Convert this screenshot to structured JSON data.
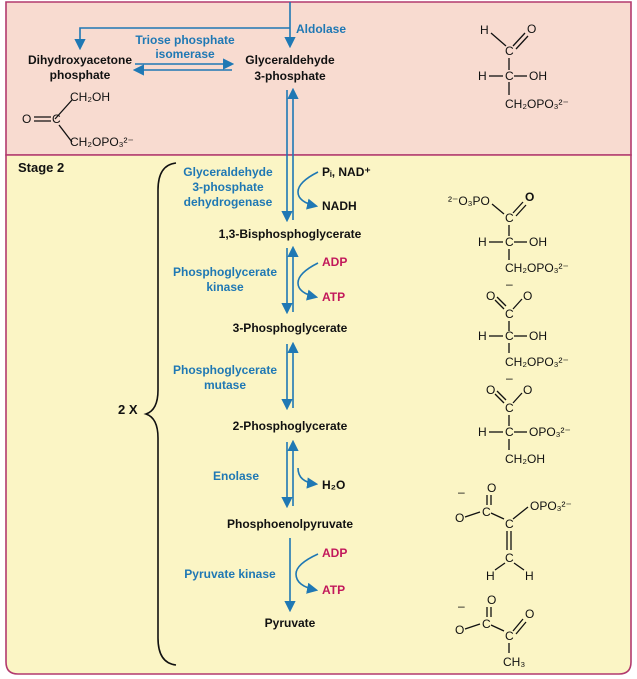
{
  "colors": {
    "stage1_bg": "#f8dbd0",
    "stage2_bg": "#fbf5c5",
    "border": "#b23a6e",
    "enzyme": "#1f78b4",
    "cofactor_highlight": "#c2185b",
    "text": "#111111"
  },
  "stage1": {
    "aldolase": "Aldolase",
    "isomerase_line1": "Triose phosphate",
    "isomerase_line2": "isomerase",
    "dhap_line1": "Dihydroxyacetone",
    "dhap_line2": "phosphate",
    "g3p_line1": "Glyceraldehyde",
    "g3p_line2": "3-phosphate"
  },
  "stage2": {
    "label": "Stage 2",
    "multiplier": "2 X",
    "steps": [
      {
        "enzyme": [
          "Glyceraldehyde",
          "3-phosphate",
          "dehydrogenase"
        ],
        "in": "Pᵢ, NAD⁺",
        "out": "NADH",
        "product": "1,3-Bisphosphoglycerate"
      },
      {
        "enzyme": [
          "Phosphoglycerate",
          "kinase"
        ],
        "in": "ADP",
        "out": "ATP",
        "product": "3-Phosphoglycerate"
      },
      {
        "enzyme": [
          "Phosphoglycerate",
          "mutase"
        ],
        "product": "2-Phosphoglycerate"
      },
      {
        "enzyme": [
          "Enolase"
        ],
        "out": "H₂O",
        "product": "Phosphoenolpyruvate"
      },
      {
        "enzyme": [
          "Pyruvate kinase"
        ],
        "in": "ADP",
        "out": "ATP",
        "product": "Pyruvate"
      }
    ]
  },
  "structures": {
    "H": "H",
    "C": "C",
    "O": "O",
    "OH": "OH",
    "neg": "–",
    "ch2opo3": "CH₂OPO₃²⁻",
    "ch2oh": "CH₂OH",
    "opo3": "OPO₃²⁻",
    "o3po": "²⁻O₃PO",
    "ch3": "CH₃"
  }
}
